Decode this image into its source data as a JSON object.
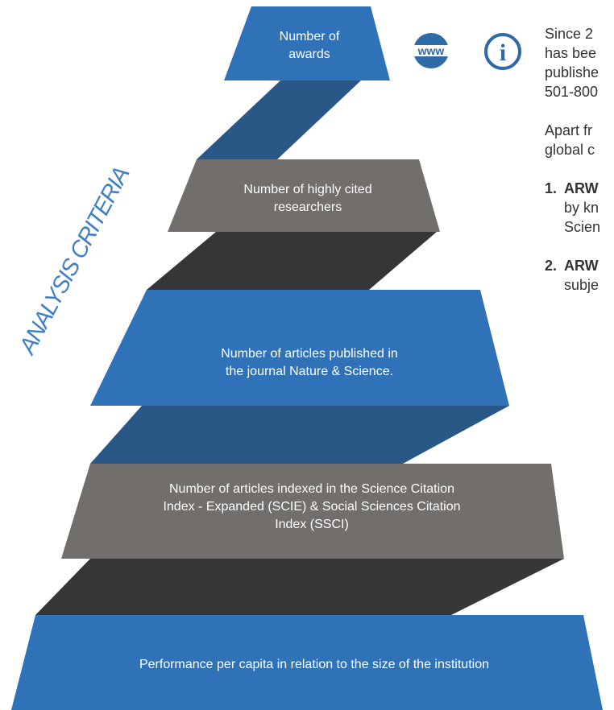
{
  "diagram": {
    "vertical_title": "ANALYSIS CRITERIA",
    "colors": {
      "blue": "#2f72b8",
      "gray": "#716e6c",
      "dark_connector": "#363636",
      "blue_connector": "#2a5886",
      "title_blue": "#3f7fc6"
    },
    "tiers": [
      {
        "lines": [
          "Number of",
          "awards"
        ],
        "color": "blue"
      },
      {
        "lines": [
          "Number of highly cited",
          "researchers"
        ],
        "color": "gray"
      },
      {
        "lines": [
          "Number of articles published in",
          "the journal Nature & Science."
        ],
        "color": "blue"
      },
      {
        "lines": [
          "Number of articles indexed in the Science Citation",
          "Index - Expanded (SCIE)  & Social Sciences Citation",
          "Index (SSCI)"
        ],
        "color": "gray"
      },
      {
        "lines": [
          "Performance per capita in relation to the size of the institution"
        ],
        "color": "blue"
      }
    ]
  },
  "icons": [
    {
      "name": "www-icon",
      "text": "www"
    },
    {
      "name": "info-icon",
      "text": "i"
    }
  ],
  "side_text": {
    "para1": [
      "Since 2",
      "has bee",
      "publishe",
      "501-800"
    ],
    "para2": [
      "Apart fr",
      "global c"
    ],
    "items": [
      {
        "num": "1.",
        "first": "ARW",
        "rest": [
          "by kn",
          "Scien"
        ]
      },
      {
        "num": "2.",
        "first": "ARW",
        "rest": [
          "subje"
        ]
      }
    ]
  }
}
